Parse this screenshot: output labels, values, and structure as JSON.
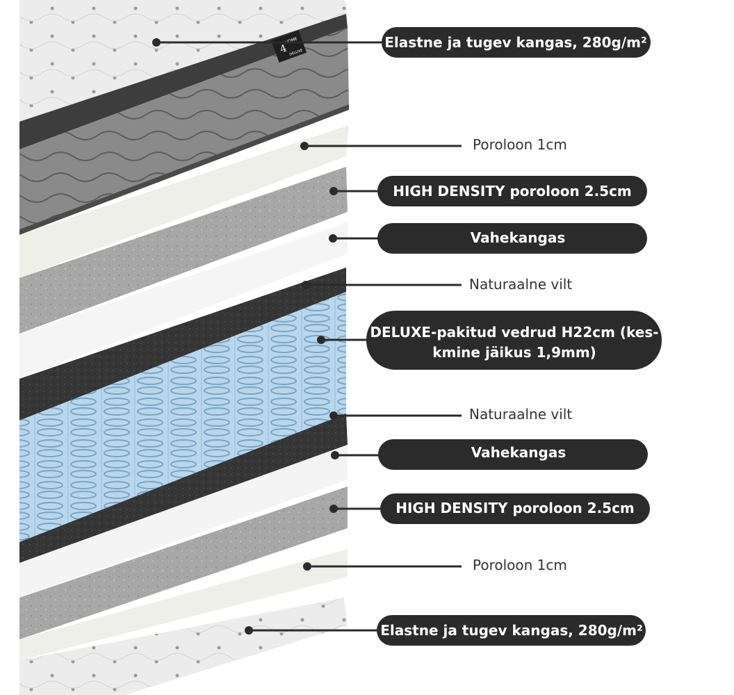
{
  "labels": [
    {
      "id": "top-fabric",
      "lines": [
        "Elastne ja tugev kangas, 280g/m²"
      ],
      "style": "pill"
    },
    {
      "id": "top-foam-1cm",
      "lines": [
        "Poroloon 1cm"
      ],
      "style": "plain"
    },
    {
      "id": "top-hd-foam",
      "lines": [
        "HIGH DENSITY poroloon 2.5cm"
      ],
      "style": "pill"
    },
    {
      "id": "top-spacer-fabric",
      "lines": [
        "Vahekangas"
      ],
      "style": "pill"
    },
    {
      "id": "top-felt",
      "lines": [
        "Naturaalne vilt"
      ],
      "style": "plain"
    },
    {
      "id": "springs",
      "lines": [
        "DELUXE-pakitud vedrud H22cm (kes-",
        "kmine jäikus 1,9mm)"
      ],
      "style": "pill"
    },
    {
      "id": "bottom-felt",
      "lines": [
        "Naturaalne vilt"
      ],
      "style": "plain"
    },
    {
      "id": "bottom-spacer-fabric",
      "lines": [
        "Vahekangas"
      ],
      "style": "pill"
    },
    {
      "id": "bottom-hd-foam",
      "lines": [
        "HIGH DENSITY poroloon 2.5cm"
      ],
      "style": "pill"
    },
    {
      "id": "bottom-foam-1cm",
      "lines": [
        "Poroloon 1cm"
      ],
      "style": "plain"
    },
    {
      "id": "bottom-fabric",
      "lines": [
        "Elastne ja tugev kangas, 280g/m²"
      ],
      "style": "pill"
    }
  ],
  "logo": {
    "text": [
      "4",
      "HOME",
      "DELUXE"
    ]
  },
  "colors": {
    "pill": "#2b2b2b",
    "line": "#2b2b2b",
    "fabric": "#ebebeb",
    "border_band": "#7d7d7d",
    "foam_light": "#ededeb",
    "foam_hd": "#a9a9a9",
    "spacer": "#f4f4f4",
    "felt": "#3a3a3a",
    "spring": "#8fc3e6"
  }
}
